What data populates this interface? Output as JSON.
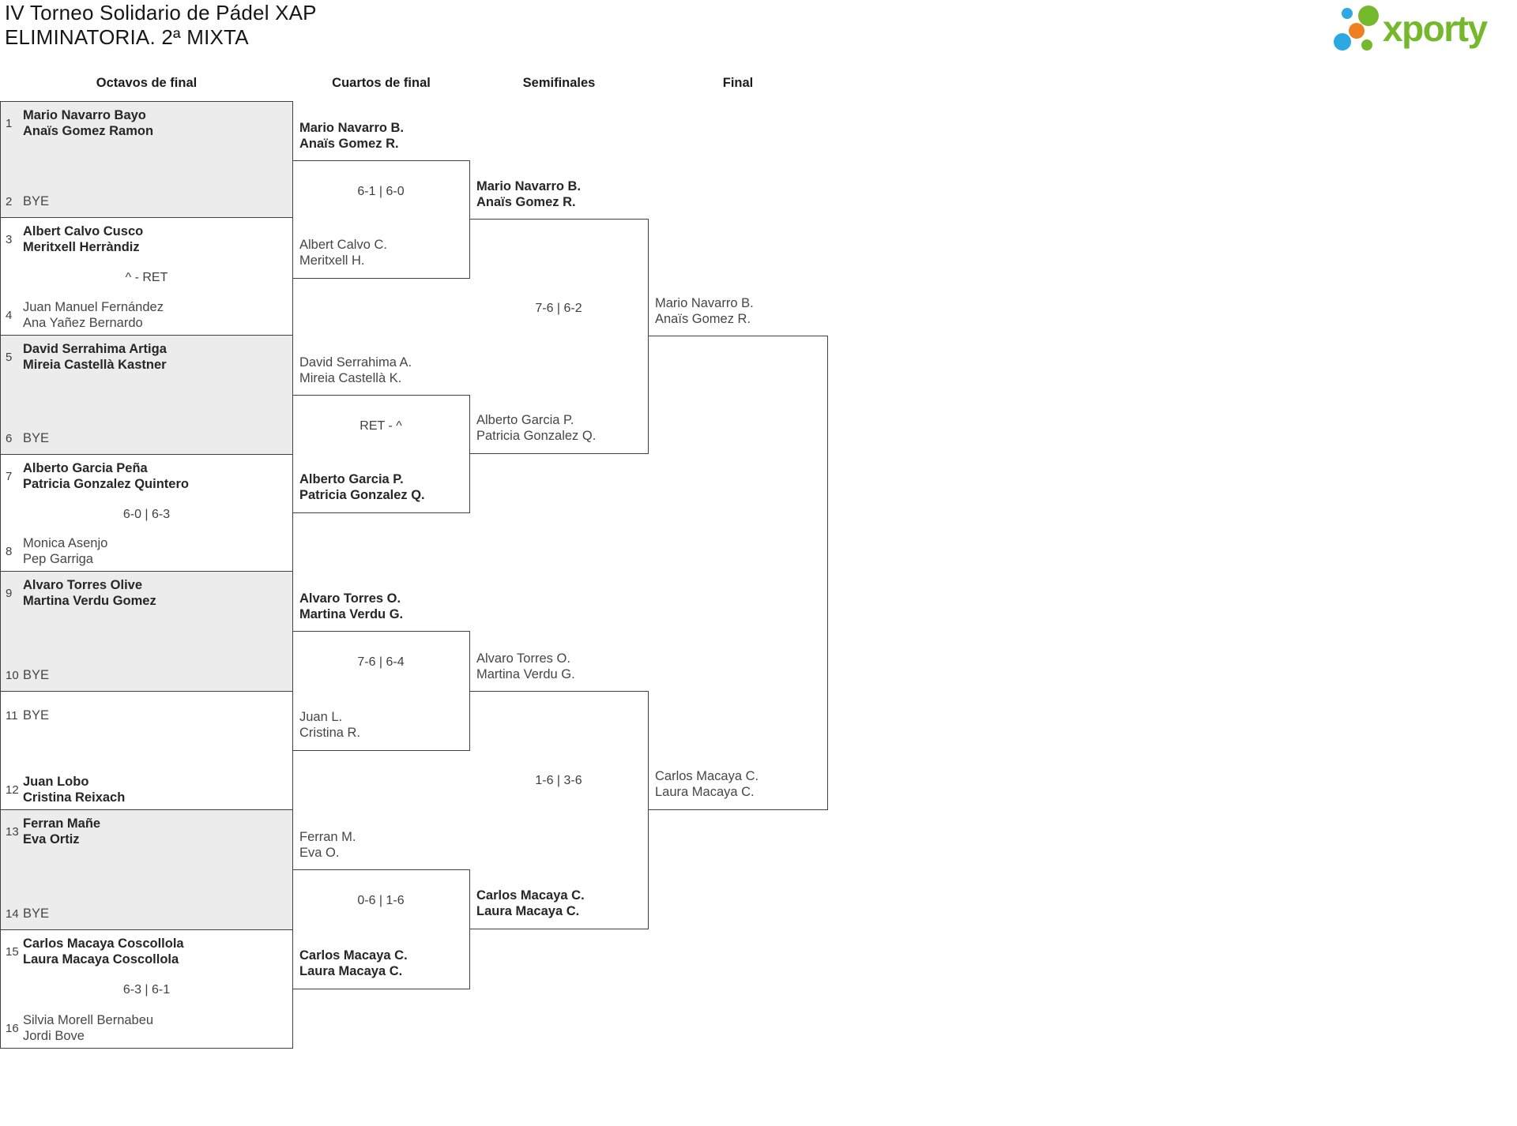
{
  "header": {
    "title_line1": "IV Torneo Solidario de Pádel XAP",
    "title_line2": "ELIMINATORIA. 2ª MIXTA"
  },
  "logo": {
    "text": "xporty",
    "green": "#76b82b",
    "blue": "#2ba9e0",
    "orange": "#ef7f23"
  },
  "round_headers": {
    "r16": "Octavos de final",
    "qf": "Cuartos de final",
    "sf": "Semifinales",
    "final": "Final"
  },
  "r16": {
    "slots": [
      {
        "seed": "1",
        "l1": "Mario Navarro Bayo",
        "l2": "Anaïs Gomez Ramon",
        "bold": true
      },
      {
        "seed": "2",
        "l1": "BYE"
      },
      {
        "seed": "3",
        "l1": "Albert Calvo Cusco",
        "l2": "Meritxell Herràndiz",
        "bold": true
      },
      {
        "seed": "4",
        "l1": "Juan Manuel Fernández",
        "l2": "Ana Yañez Bernardo"
      },
      {
        "seed": "5",
        "l1": "David Serrahima Artiga",
        "l2": "Mireia Castellà Kastner",
        "bold": true
      },
      {
        "seed": "6",
        "l1": "BYE"
      },
      {
        "seed": "7",
        "l1": "Alberto Garcia Peña",
        "l2": "Patricia Gonzalez Quintero",
        "bold": true
      },
      {
        "seed": "8",
        "l1": "Monica Asenjo",
        "l2": "Pep Garriga"
      },
      {
        "seed": "9",
        "l1": "Alvaro Torres Olive",
        "l2": "Martina Verdu Gomez",
        "bold": true
      },
      {
        "seed": "10",
        "l1": "BYE"
      },
      {
        "seed": "11",
        "l1": "BYE"
      },
      {
        "seed": "12",
        "l1": "Juan Lobo",
        "l2": "Cristina Reixach",
        "bold": true
      },
      {
        "seed": "13",
        "l1": "Ferran Mañe",
        "l2": "Eva Ortiz",
        "bold": true
      },
      {
        "seed": "14",
        "l1": "BYE"
      },
      {
        "seed": "15",
        "l1": "Carlos Macaya Coscollola",
        "l2": "Laura Macaya Coscollola",
        "bold": true
      },
      {
        "seed": "16",
        "l1": "Silvia Morell Bernabeu",
        "l2": "Jordi Bove"
      }
    ],
    "scores": {
      "m2": "^ - RET",
      "m4": "6-0 | 6-3",
      "m8": "6-3 | 6-1"
    }
  },
  "qf": [
    {
      "p1": {
        "l1": "Mario Navarro B.",
        "l2": "Anaïs Gomez R.",
        "bold": true
      },
      "p2": {
        "l1": "Albert Calvo C.",
        "l2": "Meritxell H."
      },
      "score": "6-1 | 6-0"
    },
    {
      "p1": {
        "l1": "David Serrahima A.",
        "l2": "Mireia Castellà K."
      },
      "p2": {
        "l1": "Alberto Garcia P.",
        "l2": "Patricia Gonzalez Q.",
        "bold": true
      },
      "score": "RET - ^"
    },
    {
      "p1": {
        "l1": "Alvaro Torres O.",
        "l2": "Martina Verdu G.",
        "bold": true
      },
      "p2": {
        "l1": "Juan L.",
        "l2": "Cristina R."
      },
      "score": "7-6 | 6-4"
    },
    {
      "p1": {
        "l1": "Ferran M.",
        "l2": "Eva O."
      },
      "p2": {
        "l1": "Carlos Macaya C.",
        "l2": "Laura Macaya C.",
        "bold": true
      },
      "score": "0-6 | 1-6"
    }
  ],
  "sf": [
    {
      "p1": {
        "l1": "Mario Navarro B.",
        "l2": "Anaïs Gomez R.",
        "bold": true
      },
      "p2": {
        "l1": "Alberto Garcia P.",
        "l2": "Patricia Gonzalez Q."
      },
      "score": "7-6 | 6-2"
    },
    {
      "p1": {
        "l1": "Alvaro Torres O.",
        "l2": "Martina Verdu G."
      },
      "p2": {
        "l1": "Carlos Macaya C.",
        "l2": "Laura Macaya C.",
        "bold": true
      },
      "score": "1-6 | 3-6"
    }
  ],
  "final": {
    "p1": {
      "l1": "Mario Navarro B.",
      "l2": "Anaïs Gomez R."
    },
    "p2": {
      "l1": "Carlos Macaya C.",
      "l2": "Laura Macaya C."
    }
  }
}
